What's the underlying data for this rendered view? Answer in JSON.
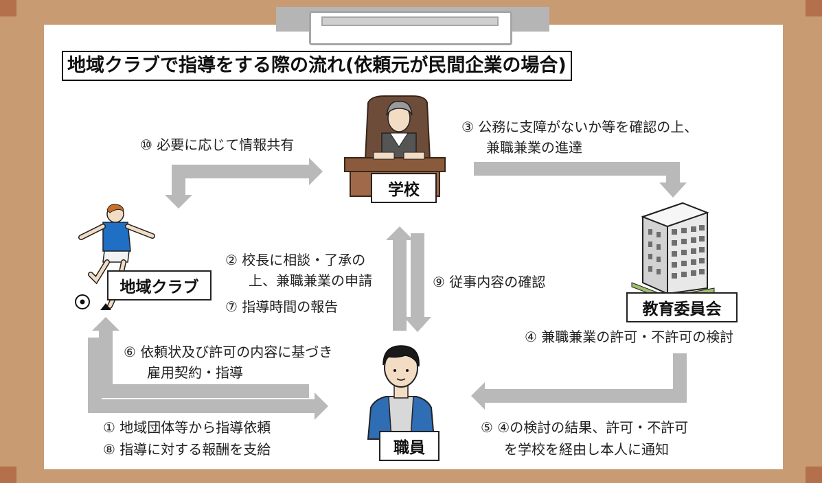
{
  "title": "地域クラブで指導をする際の流れ(依頼元が民間企業の場合)",
  "nodes": {
    "school": "学校",
    "club": "地域クラブ",
    "board": "教育委員会",
    "staff": "職員"
  },
  "steps": {
    "s10": "⑩ 必要に応じて情報共有",
    "s3_line1": "③ 公務に支障がないか等を確認の上、",
    "s3_line2": "兼職兼業の進達",
    "s2_line1": "② 校長に相談・了承の",
    "s2_line2": "上、兼職兼業の申請",
    "s7": "⑦ 指導時間の報告",
    "s9": "⑨ 従事内容の確認",
    "s4": "④ 兼職兼業の許可・不許可の検討",
    "s6_line1": "⑥ 依頼状及び許可の内容に基づき",
    "s6_line2": "雇用契約・指導",
    "s1": "① 地域団体等から指導依頼",
    "s8": "⑧ 指導に対する報酬を支給",
    "s5_line1": "⑤ ④の検討の結果、許可・不許可",
    "s5_line2": "を学校を経由し本人に通知"
  },
  "colors": {
    "arrow": "#b9b9b9",
    "board_frame": "#c99b72",
    "corner": "#b3704a",
    "shirt_blue": "#1f6fc4",
    "staff_cardigan": "#2f6db5"
  }
}
